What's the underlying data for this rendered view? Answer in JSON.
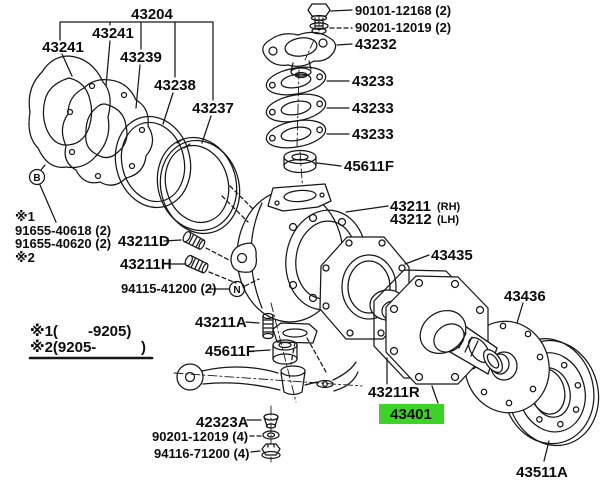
{
  "colors": {
    "highlight": "#3cd226",
    "line": "#161616"
  },
  "labels": {
    "kit": "43204",
    "seal_upper": "43241",
    "seal_left": "43241",
    "gasket_39": "43239",
    "plate_38": "43238",
    "ring_37": "43237",
    "bolt_top": "90101-12168 (2)",
    "washer_top": "90201-12019 (2)",
    "arm_upper": "43232",
    "gasket_a": "43233",
    "gasket_b": "43233",
    "gasket_c": "43233",
    "bearing_top": "45611F",
    "knuckle_rh": "43211",
    "knuckle_rh_side": "(RH)",
    "knuckle_lh": "43212",
    "knuckle_lh_side": "(LH)",
    "spindle": "43435",
    "cover": "43436",
    "stud_d": "43211D",
    "stud_h": "43211H",
    "nut_n": "94115-41200 (2)",
    "ref1": "※1",
    "shim_618": "91655-40618 (2)",
    "shim_620": "91655-40620 (2)",
    "ref2": "※2",
    "note1_open": "※1(",
    "note1_close": "-9205)",
    "note2_open": "※2(9205-",
    "note2_close": ")",
    "stud_a": "43211A",
    "bearing_low": "45611F",
    "washer_23": "42323A",
    "washer_low": "90201-12019 (4)",
    "nut_low": "94116-71200 (4)",
    "gasket_r": "43211R",
    "shaft": "43401",
    "hub_ring": "43511A",
    "circle_b": "B",
    "circle_n": "N"
  }
}
